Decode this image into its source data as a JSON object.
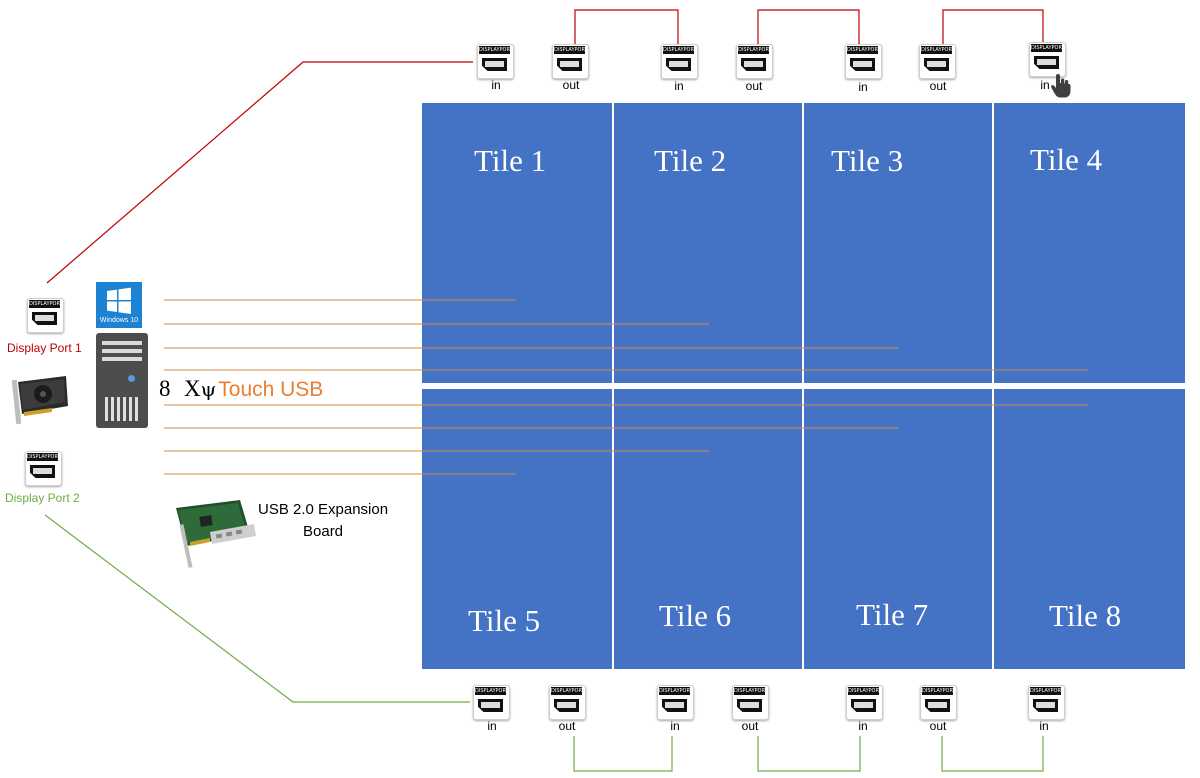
{
  "tiles": [
    {
      "label": "Tile  1"
    },
    {
      "label": "Tile  2"
    },
    {
      "label": "Tile  3"
    },
    {
      "label": "Tile  4"
    },
    {
      "label": "Tile  5"
    },
    {
      "label": "Tile  6"
    },
    {
      "label": "Tile  7"
    },
    {
      "label": "Tile  8"
    }
  ],
  "connector_logo": "DISPLAYPORT",
  "port_labels": {
    "in": "in",
    "out": "out"
  },
  "display_port_1": "Display Port 1",
  "display_port_2": "Display Port 2",
  "touch_usb": {
    "count": "8",
    "x": "X",
    "usb_symbol": "ψ",
    "label": "Touch USB"
  },
  "windows_badge": "Windows 10",
  "usb_board_label_line1": "USB 2.0 Expansion",
  "usb_board_label_line2": "Board",
  "colors": {
    "tile": "#4472c4",
    "red_line": "#c00000",
    "green_line": "#70ad47",
    "orange_line": "#d28c4a",
    "touch_usb_text": "#ed7d31",
    "dp1_text": "#c00000",
    "dp2_text": "#70ad47",
    "windows_blue": "#1e82d2"
  },
  "icons": [
    "displayport-connector-icon",
    "windows-logo-icon",
    "pc-tower-icon",
    "graphics-card-icon",
    "usb-expansion-board-icon",
    "hand-cursor-icon",
    "usb-symbol-icon"
  ]
}
